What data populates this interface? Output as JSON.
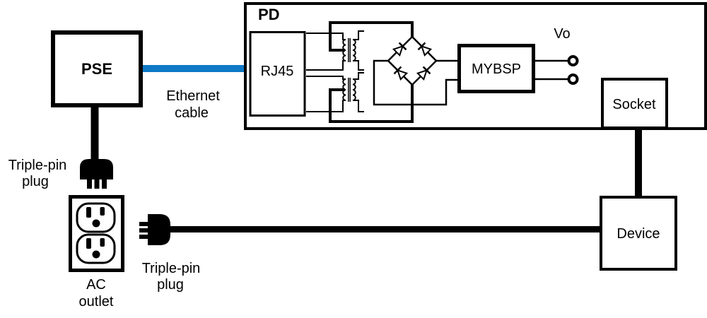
{
  "diagram": {
    "pse": {
      "label": "PSE"
    },
    "pd": {
      "label": "PD",
      "rj45_label": "RJ45",
      "mybsp_label": "MYBSP",
      "vo_label": "Vo"
    },
    "socket": {
      "label": "Socket"
    },
    "device": {
      "label": "Device"
    },
    "labels": {
      "ethernet_line1": "Ethernet",
      "ethernet_line2": "cable",
      "plug_top_line1": "Triple-pin",
      "plug_top_line2": "plug",
      "plug_side_line1": "Triple-pin",
      "plug_side_line2": "plug",
      "outlet_line1": "AC",
      "outlet_line2": "outlet"
    },
    "colors": {
      "ethernet": "#0e79c5",
      "line": "#000000",
      "background": "#ffffff"
    }
  }
}
